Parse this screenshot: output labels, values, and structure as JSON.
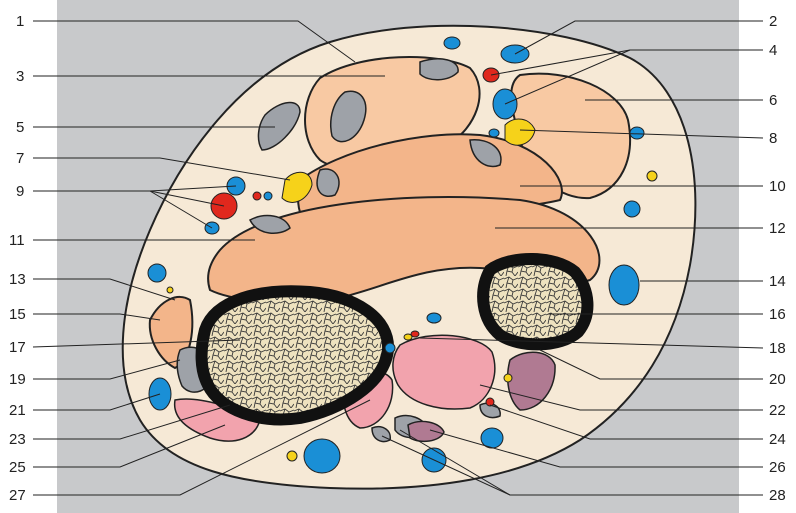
{
  "figure": {
    "description_labels_left": [
      "1",
      "3",
      "5",
      "7",
      "9",
      "11",
      "13",
      "15",
      "17",
      "19",
      "21",
      "23",
      "25",
      "27"
    ],
    "description_labels_right": [
      "2",
      "4",
      "6",
      "8",
      "10",
      "12",
      "14",
      "16",
      "18",
      "20",
      "22",
      "24",
      "26",
      "28"
    ],
    "colors": {
      "backdrop": "#c8c9cb",
      "skin": "#f6e9d6",
      "muscle": "#f8c9a3",
      "muscle_deep": "#f3b58a",
      "tendon": "#9ea2a8",
      "vein": "#1a8fd6",
      "artery": "#e0281d",
      "nerve": "#f6d21a",
      "bone_cortex": "#111111",
      "marrow": "#eee2bf",
      "pink_muscle": "#f2a3ad",
      "mauve_muscle": "#b07a92"
    }
  }
}
